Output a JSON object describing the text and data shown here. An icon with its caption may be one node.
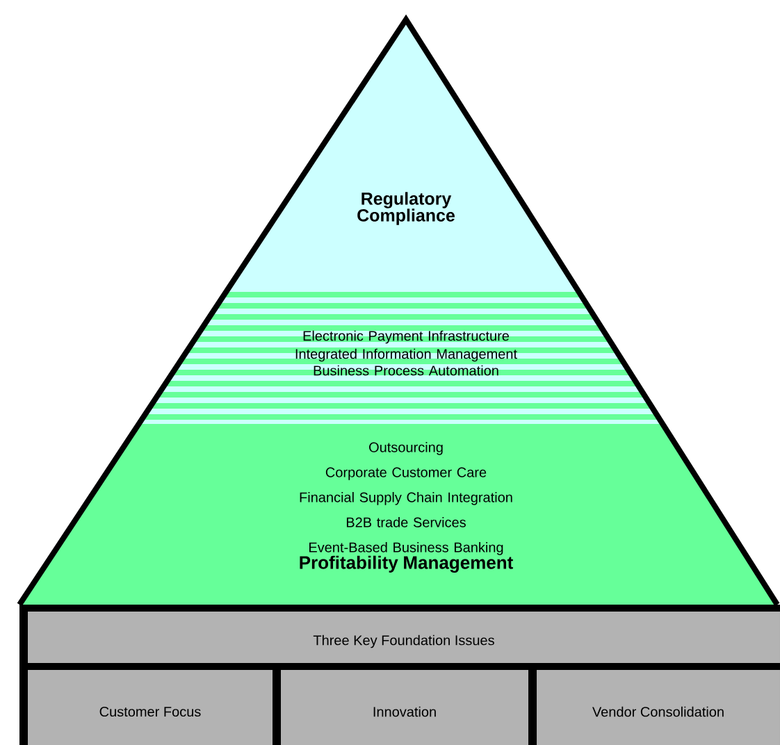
{
  "diagram": {
    "nodes": [
      {
        "text": [
          "Regulatory Compliance"
        ]
      },
      {
        "text": [
          "Electronic Payment Infrastructure",
          "Integrated Information Management",
          "Business Process Automation"
        ]
      },
      {
        "text": [
          "Outsourcing",
          "Corporate Customer Care",
          "Financial Supply Chain Integration",
          "B2B trade Services",
          "Event-Based Business Banking",
          "Profitability Management"
        ]
      },
      {
        "text": [
          "Three Key Foundation Issues"
        ]
      },
      {
        "text": [
          "Customer Focus"
        ]
      },
      {
        "text": [
          "Innovation"
        ]
      },
      {
        "text": [
          "Vendor Consolidation"
        ]
      }
    ]
  }
}
